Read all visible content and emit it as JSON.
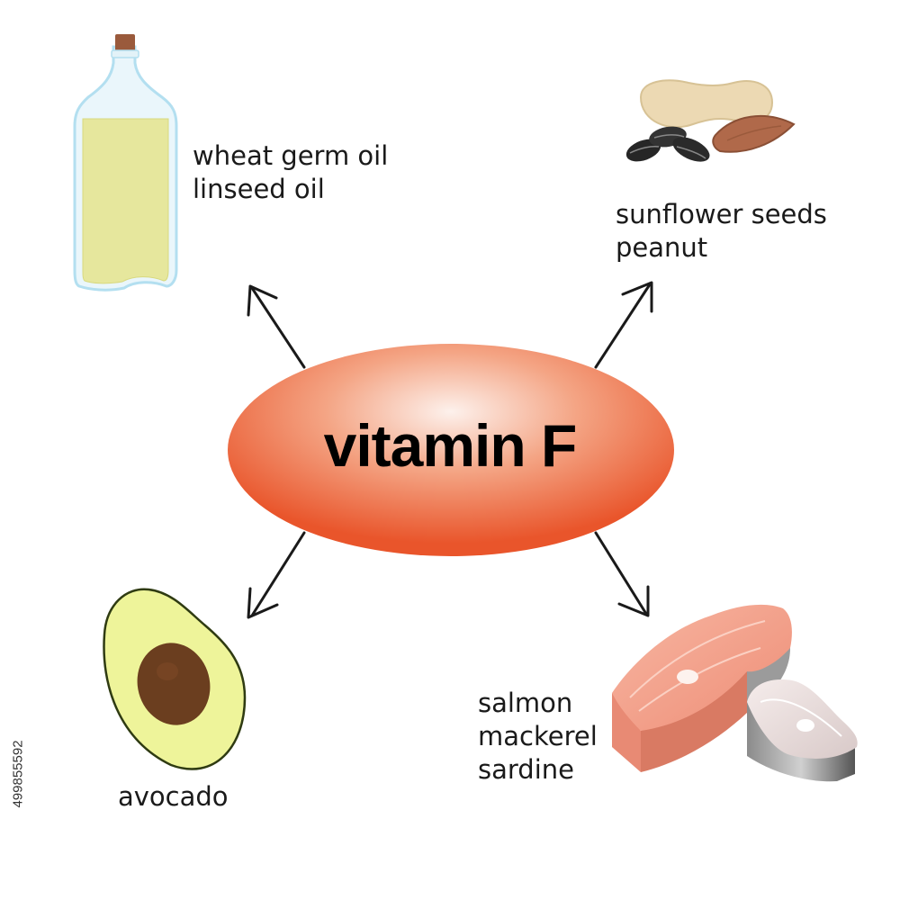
{
  "center": {
    "title": "vitamin F"
  },
  "groups": {
    "oils": {
      "icon": "oil-bottle-icon",
      "lines": [
        "wheat germ oil",
        "linseed oil"
      ]
    },
    "seeds": {
      "icon": "nuts-seeds-icon",
      "lines": [
        "sunflower seeds",
        "peanut"
      ]
    },
    "avocado": {
      "icon": "avocado-icon",
      "lines": [
        "avocado"
      ]
    },
    "fish": {
      "icon": "fish-steak-icon",
      "lines": [
        "salmon",
        "mackerel",
        "sardine"
      ]
    }
  },
  "stock_id": "499855592",
  "colors": {
    "ellipse_center": "#fbe3da",
    "ellipse_edge": "#ea5a2f",
    "oil": "#e6e79d",
    "avocado_flesh": "#eef49a",
    "avocado_pit": "#6b3e1f",
    "salmon": "#f19a84"
  }
}
